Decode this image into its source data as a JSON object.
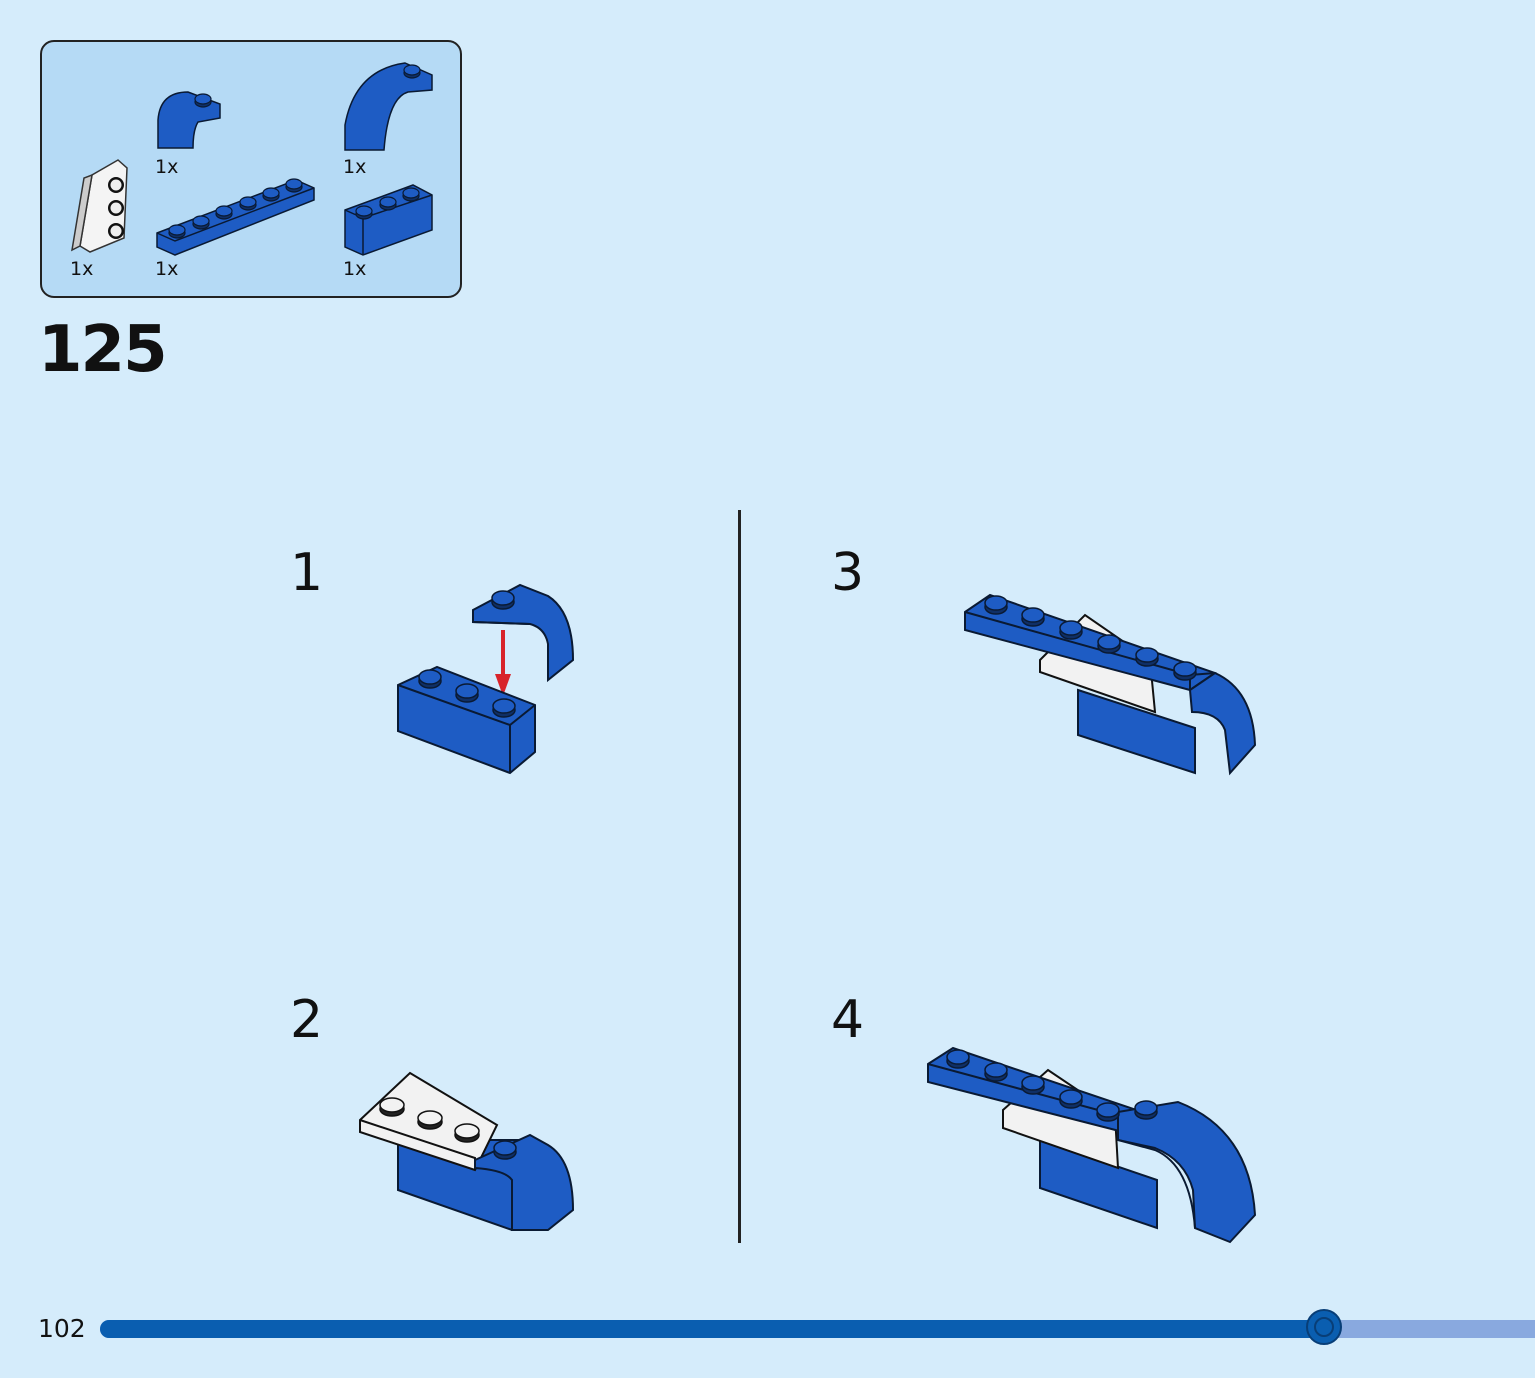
{
  "step": {
    "number": "125"
  },
  "parts": [
    {
      "qty": "1x",
      "name": "white-wedge-plate"
    },
    {
      "qty": "1x",
      "name": "blue-curved-slope-small"
    },
    {
      "qty": "1x",
      "name": "blue-plate-1x6"
    },
    {
      "qty": "1x",
      "name": "blue-curved-slope-large"
    },
    {
      "qty": "1x",
      "name": "blue-brick-1x3"
    }
  ],
  "substeps": [
    "1",
    "2",
    "3",
    "4"
  ],
  "page": {
    "number": "102"
  },
  "progress": {
    "fraction": 0.853
  },
  "colors": {
    "background": "#d5ecfb",
    "panel": "#b5daf5",
    "brick_blue": "#1e5cc4",
    "brick_dark": "#174aa0",
    "arrow_red": "#d8232a",
    "progress_fill": "#0a5eb0",
    "progress_track": "#89a9df"
  }
}
